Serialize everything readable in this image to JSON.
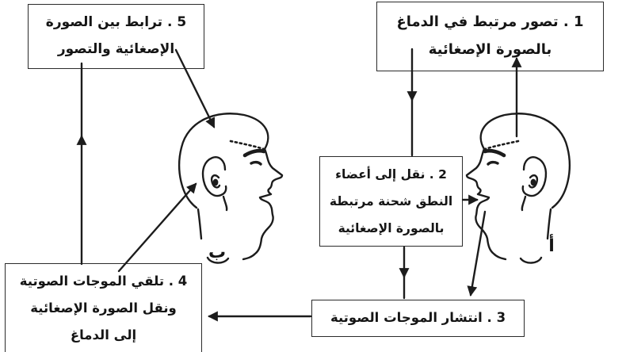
{
  "diagram": {
    "description": "speech-circuit-diagram",
    "boxes": [
      {
        "step": 1,
        "lines": [
          "1 . تصور مرتبط في الدماغ",
          "بالصورة الإصغائية"
        ]
      },
      {
        "step": 2,
        "lines": [
          "2 . نقل إلى أعضاء",
          "النطق شحنة مرتبطة",
          "بالصورة الإصغائية"
        ]
      },
      {
        "step": 3,
        "lines": [
          "3 . انتشار الموجات الصوتية"
        ]
      },
      {
        "step": 4,
        "lines": [
          "4 . تلقي الموجات الصوتية",
          "ونقل الصورة الإصغائية",
          "إلى الدماغ"
        ]
      },
      {
        "step": 5,
        "lines": [
          "5 . ترابط بين الصورة",
          "الإصغائية والتصور"
        ]
      }
    ],
    "person_labels": {
      "speaker_a": "أ",
      "listener_b": "ب"
    },
    "connections": [
      "head-a-brain -> box-1",
      "box-1 -> box-2",
      "box-2 -> head-a-mouth",
      "head-a-mouth -> box-3",
      "box-2 -> box-3",
      "box-3 -> box-4",
      "box-4 -> head-b-ear",
      "box-4 -> box-5",
      "box-5 -> head-b-brain"
    ],
    "colors": {
      "ink": "#1c1c1c",
      "paper": "#ffffff"
    }
  }
}
